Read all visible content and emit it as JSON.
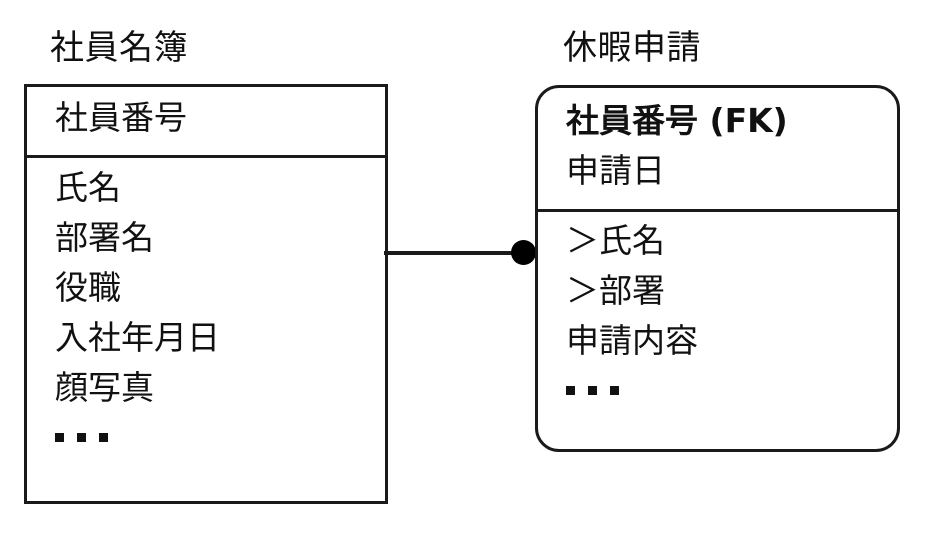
{
  "diagram": {
    "type": "er-diagram",
    "entities": [
      {
        "id": "employee",
        "title": "社員名簿",
        "shape": "rectangle",
        "keys": [
          "社員番号"
        ],
        "attributes": [
          "氏名",
          "部署名",
          "役職",
          "入社年月日",
          "顔写真"
        ],
        "has_ellipsis": true,
        "ellipsis": "・・・"
      },
      {
        "id": "leave",
        "title": "休暇申請",
        "shape": "rounded-rectangle",
        "keys": [
          "社員番号 (FK)",
          "申請日"
        ],
        "attributes": [
          "＞氏名",
          "＞部署",
          "申請内容"
        ],
        "has_ellipsis": true,
        "ellipsis": "・・・"
      }
    ],
    "relationship": {
      "from": "employee",
      "to": "leave",
      "endpoint_marker": "filled-circle"
    },
    "colors": {
      "stroke": "#1a1a1a",
      "text": "#111111",
      "background": "#ffffff",
      "endpoint": "#000000"
    }
  }
}
